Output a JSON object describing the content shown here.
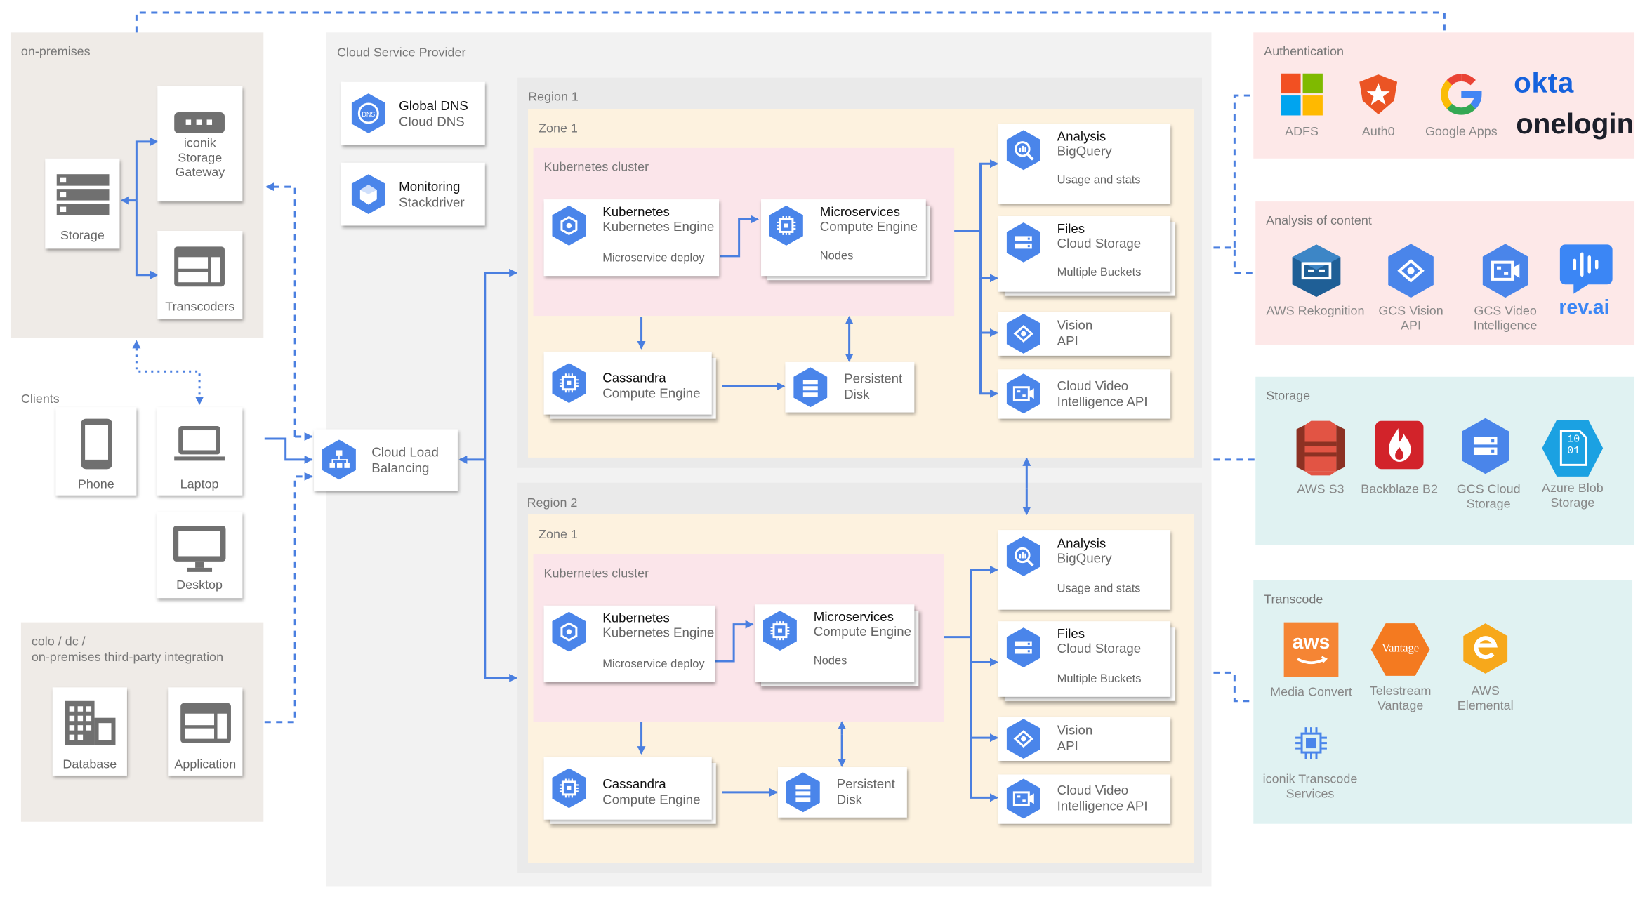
{
  "colors": {
    "arrow": "#4a7fe0",
    "gcp_blue": "#4a85ea",
    "onprem_bg": "#efebe7",
    "cloud_bg": "#f2f2f2",
    "region_bg": "#eaeaea",
    "zone_bg": "#fdf2df",
    "k8s_bg": "#fbe5ea",
    "auth_bg": "#fde8e8",
    "storage_bg": "#e0f2f2"
  },
  "onprem": {
    "label": "on-premises",
    "storage": "Storage",
    "gateway": "iconik\nStorage\nGateway",
    "transcoders": "Transcoders"
  },
  "clients": {
    "label": "Clients",
    "phone": "Phone",
    "laptop": "Laptop",
    "desktop": "Desktop"
  },
  "colo": {
    "label": "colo / dc /\non-premises third-party integration",
    "database": "Database",
    "application": "Application"
  },
  "lb": {
    "title": "Cloud Load",
    "sub": "Balancing"
  },
  "cloud": {
    "label": "Cloud Service Provider",
    "dns": {
      "title": "Global DNS",
      "sub": "Cloud DNS",
      "icon_text": "DNS"
    },
    "monitoring": {
      "title": "Monitoring",
      "sub": "Stackdriver"
    }
  },
  "regions": [
    {
      "label": "Region 1",
      "zone": "Zone 1",
      "cluster": "Kubernetes cluster",
      "k8s": {
        "title": "Kubernetes",
        "sub": "Kubernetes Engine",
        "note": "Microservice deploy"
      },
      "micro": {
        "title": "Microservices",
        "sub": "Compute Engine",
        "note": "Nodes"
      },
      "cassandra": {
        "title": "Cassandra",
        "sub": "Compute Engine"
      },
      "disk": {
        "title": "Persistent",
        "sub": "Disk"
      },
      "analysis": {
        "title": "Analysis",
        "sub": "BigQuery",
        "note": "Usage and stats"
      },
      "files": {
        "title": "Files",
        "sub": "Cloud Storage",
        "note": "Multiple Buckets"
      },
      "vision": {
        "title": "Vision",
        "sub": "API"
      },
      "video": {
        "title": "Cloud Video",
        "sub": "Intelligence API"
      }
    },
    {
      "label": "Region 2",
      "zone": "Zone 1",
      "cluster": "Kubernetes cluster",
      "k8s": {
        "title": "Kubernetes",
        "sub": "Kubernetes Engine",
        "note": "Microservice deploy"
      },
      "micro": {
        "title": "Microservices",
        "sub": "Compute Engine",
        "note": "Nodes"
      },
      "cassandra": {
        "title": "Cassandra",
        "sub": "Compute Engine"
      },
      "disk": {
        "title": "Persistent",
        "sub": "Disk"
      },
      "analysis": {
        "title": "Analysis",
        "sub": "BigQuery",
        "note": "Usage and stats"
      },
      "files": {
        "title": "Files",
        "sub": "Cloud Storage",
        "note": "Multiple Buckets"
      },
      "vision": {
        "title": "Vision",
        "sub": "API"
      },
      "video": {
        "title": "Cloud Video",
        "sub": "Intelligence API"
      }
    }
  ],
  "auth": {
    "label": "Authentication",
    "adfs": "ADFS",
    "auth0": "Auth0",
    "google": "Google Apps",
    "okta": "okta",
    "onelogin": "onelogin"
  },
  "analysis_content": {
    "label": "Analysis of content",
    "rekognition": "AWS Rekognition",
    "gcs_vision": "GCS Vision\nAPI",
    "gcs_video": "GCS Video\nIntelligence",
    "revai": "rev.ai"
  },
  "storage_ext": {
    "label": "Storage",
    "s3": "AWS S3",
    "b2": "Backblaze B2",
    "gcs": "GCS Cloud\nStorage",
    "azure": "Azure Blob\nStorage",
    "azure_icon": "10\n01"
  },
  "transcode": {
    "label": "Transcode",
    "mediaconvert": "Media Convert",
    "aws_logo": "aws",
    "vantage": "Telestream\nVantage",
    "vantage_logo": "Vantage",
    "elemental": "AWS\nElemental",
    "iconik": "iconik Transcode\nServices"
  }
}
